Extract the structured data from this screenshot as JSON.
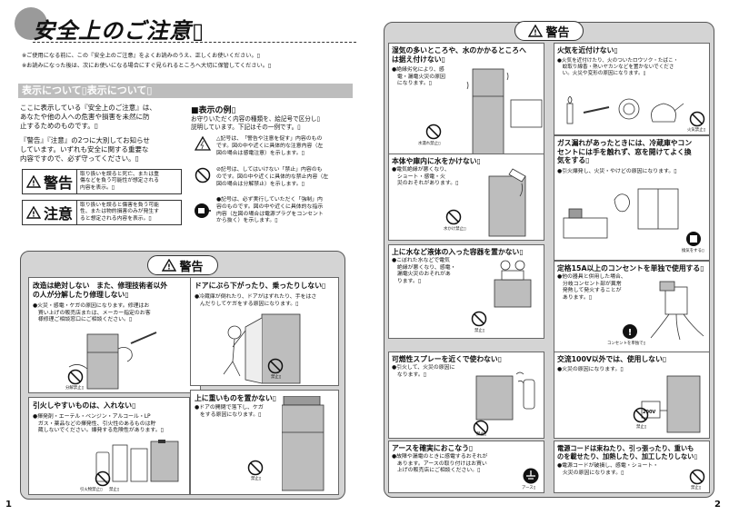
{
  "page1": {
    "title": "安全上のご注意▯",
    "notes": [
      "※ご使用になる前に、この『安全上のご注意』をよくお読みのうえ、正しくお使いください。▯",
      "※お読みになった後は、次にお使いになる場合にすぐ見られるところへ大切に保管してください。▯"
    ],
    "display_heading": "表示について▯表示について▯",
    "display_body": "ここに表示している『安全上のご注意』は、\nあなたや他の人への危害や損害を未然に防\n止するためのものです。▯",
    "display_body2": "『警告』『注意』の2つに大別してお知らせ\nしています。いずれも安全に関する重要な\n内容ですので、必ず守ってください。▯",
    "legend_warning": {
      "label": "警告",
      "text": "取り扱いを誤ると死亡、または重\n傷などを負う可能性が想定される\n内容を表示。▯"
    },
    "legend_caution": {
      "label": "注意",
      "text": "取り扱いを誤ると傷害を負う可能\n性、または物的損害のみが発生す\nると想定される内容を表示。▯"
    },
    "examples_heading": "■表示の例▯",
    "examples_intro": "お守りいただく内容の種類を、絵記号で区分し▯\n説明しています。下記はその一例です。▯",
    "examples": [
      "△記号は、「警告や注意を促す」内容のもの\nです。図の中や近くに具体的な注意内容（左\n図の場合は感電注意）を示します。▯",
      "⊘記号は、してはいけない「禁止」内容のも\nのです。図の中や近くに具体的な禁止内容（左\n図の場合は分解禁止）を示します。▯",
      "●記号は、必ず実行していただく「強制」内\n容のものです。図の中や近くに具体的な指示\n内容（左図の場合は電源プラグをコンセント\nから抜く）を示します。▯"
    ],
    "warning_header": "警告",
    "cells": [
      {
        "title": "改造は絶対しない　また、修理技術者以外\nの人が分解したり修理しない▯",
        "body": "●火災・感電・ケガの原因になります。修理はお\n　買い上げの販売店または、メーカー指定のお客\n　様修理ご相談窓口にご相談ください。▯",
        "icon_label": "分解禁止▯"
      },
      {
        "title": "ドアにぶら下がったり、乗ったりしない▯",
        "body": "●冷蔵庫が倒れたり、ドアがはずれたり、手をはさ\n　んだりしてケガをする原因になります。▯",
        "icon_label": "禁止▯"
      },
      {
        "title": "引火しやすいものは、入れない▯",
        "body": "●揮発剤・エーテル・ベンジン・アルコール・LP\n　ガス・薬品などの揮発性、引火性のあるものは貯\n　蔵しないでください。爆発する危険性があります。▯",
        "icon_label": "引火物禁止▯",
        "icon_label2": "禁止▯"
      },
      {
        "title": "上に重いものを置かない▯",
        "body": "●ドアの開閉で落下し、ケガ\n　をする原因になります。▯",
        "icon_label": "禁止▯"
      }
    ],
    "page_number": "1"
  },
  "page2": {
    "warning_header": "警告",
    "cells": [
      {
        "title": "湿気の多いところや、水のかかるところへ\nは据え付けない▯",
        "body": "●絶縁劣化により、感\n　電・漏電火災の原因\n　になります。▯",
        "icon_label": "水濡れ禁止▯"
      },
      {
        "title": "本体や庫内に水をかけない▯",
        "body": "●電気絶縁が悪くなり、\n　ショート・感電・火\n　災のおそれがあります。▯",
        "icon_label": "水かけ禁止▯"
      },
      {
        "title": "上に水など液体の入った容器を置かない▯",
        "body": "●こぼれた水などで電気\n　絶縁が悪くなり、感電・\n　漏電火災のおそれがあ\n　ります。▯",
        "icon_label": "禁止▯"
      },
      {
        "title": "可燃性スプレーを近くで使わない▯",
        "body": "●引火して、火災の原因に\n　なります。▯",
        "icon_label": "禁止▯"
      },
      {
        "title": "アースを確実におこなう▯",
        "body": "●故障や漏電のときに感電するおそれが\n　あります。アースの取り付けはお買い\n　上げの販売店にご相談ください。▯",
        "icon_label": "アース▯"
      },
      {
        "title": "火気を近付けない▯",
        "body": "●火気を近付けたり、火のついたロウソク・たばこ・\n　蚊取り線香・熱いヤカンなどを置かないでくださ\n　い。火災や変形の原因になります。▯",
        "icon_label": "火気禁止▯"
      },
      {
        "title": "ガス漏れがあったときには、冷蔵庫やコン\nセントには手を触れず、窓を開けてよく換\n気をする▯",
        "body": "●引火爆発し、火災・やけどの原因になります。▯",
        "icon_label": "換気をする▯"
      },
      {
        "title": "定格15A以上のコンセントを単独で使用する▯",
        "body": "●他の器具と併用した場合、\n　分岐コンセント部が異常\n　発熱して発火することが\n　あります。▯",
        "icon_label": "コンセントを単独で▯"
      },
      {
        "title": "交流100V以外では、使用しない▯",
        "body": "●火災の原因になります。▯",
        "icon_label": "禁止▯",
        "volt_label": "200V"
      },
      {
        "title": "電源コードは束ねたり、引っ張ったり、重いも\nのを載せたり、加熱したり、加工したりしない▯",
        "body": "●電源コードが破損し、感電・ショート・\n　火災の原因になります。▯",
        "icon_label": "禁止▯"
      }
    ],
    "page_number": "2"
  },
  "colors": {
    "panel": "#d4d4d4",
    "ink": "#111111"
  }
}
